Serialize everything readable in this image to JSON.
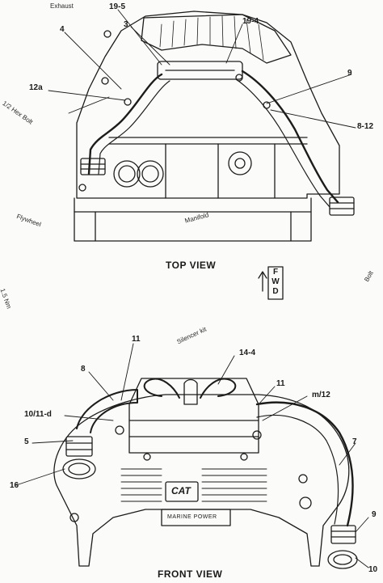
{
  "top_view": {
    "title": "TOP VIEW",
    "callouts": {
      "c_19_5": "19-5",
      "c_3": "3",
      "c_19_4": "19-4",
      "c_4": "4",
      "c_12a": "12a",
      "c_9": "9",
      "c_8_12": "8-12"
    },
    "notes": {
      "top_left": "Exhaust",
      "left_rotated": "1/2 Hex Bolt",
      "bottom_left": "Flywheel",
      "center": "Manifold"
    }
  },
  "fwd_arrow": {
    "letters": [
      "F",
      "W",
      "D"
    ]
  },
  "side_marks": {
    "left": "1.5 Nm",
    "right": "Bolt"
  },
  "front_view": {
    "title": "FRONT VIEW",
    "callouts": {
      "c_11": "11",
      "c_14_4": "14-4",
      "c_8": "8",
      "c_11_right": "11",
      "c_10_11_d": "10/11-d",
      "c_5": "5",
      "c_16": "16",
      "c_m_12": "m/12",
      "c_7": "7",
      "c_9": "9",
      "c_10": "10"
    },
    "notes": {
      "upper": "Silencer kit"
    },
    "plate_text": "MARINE POWER",
    "logo_text": "CAT"
  }
}
